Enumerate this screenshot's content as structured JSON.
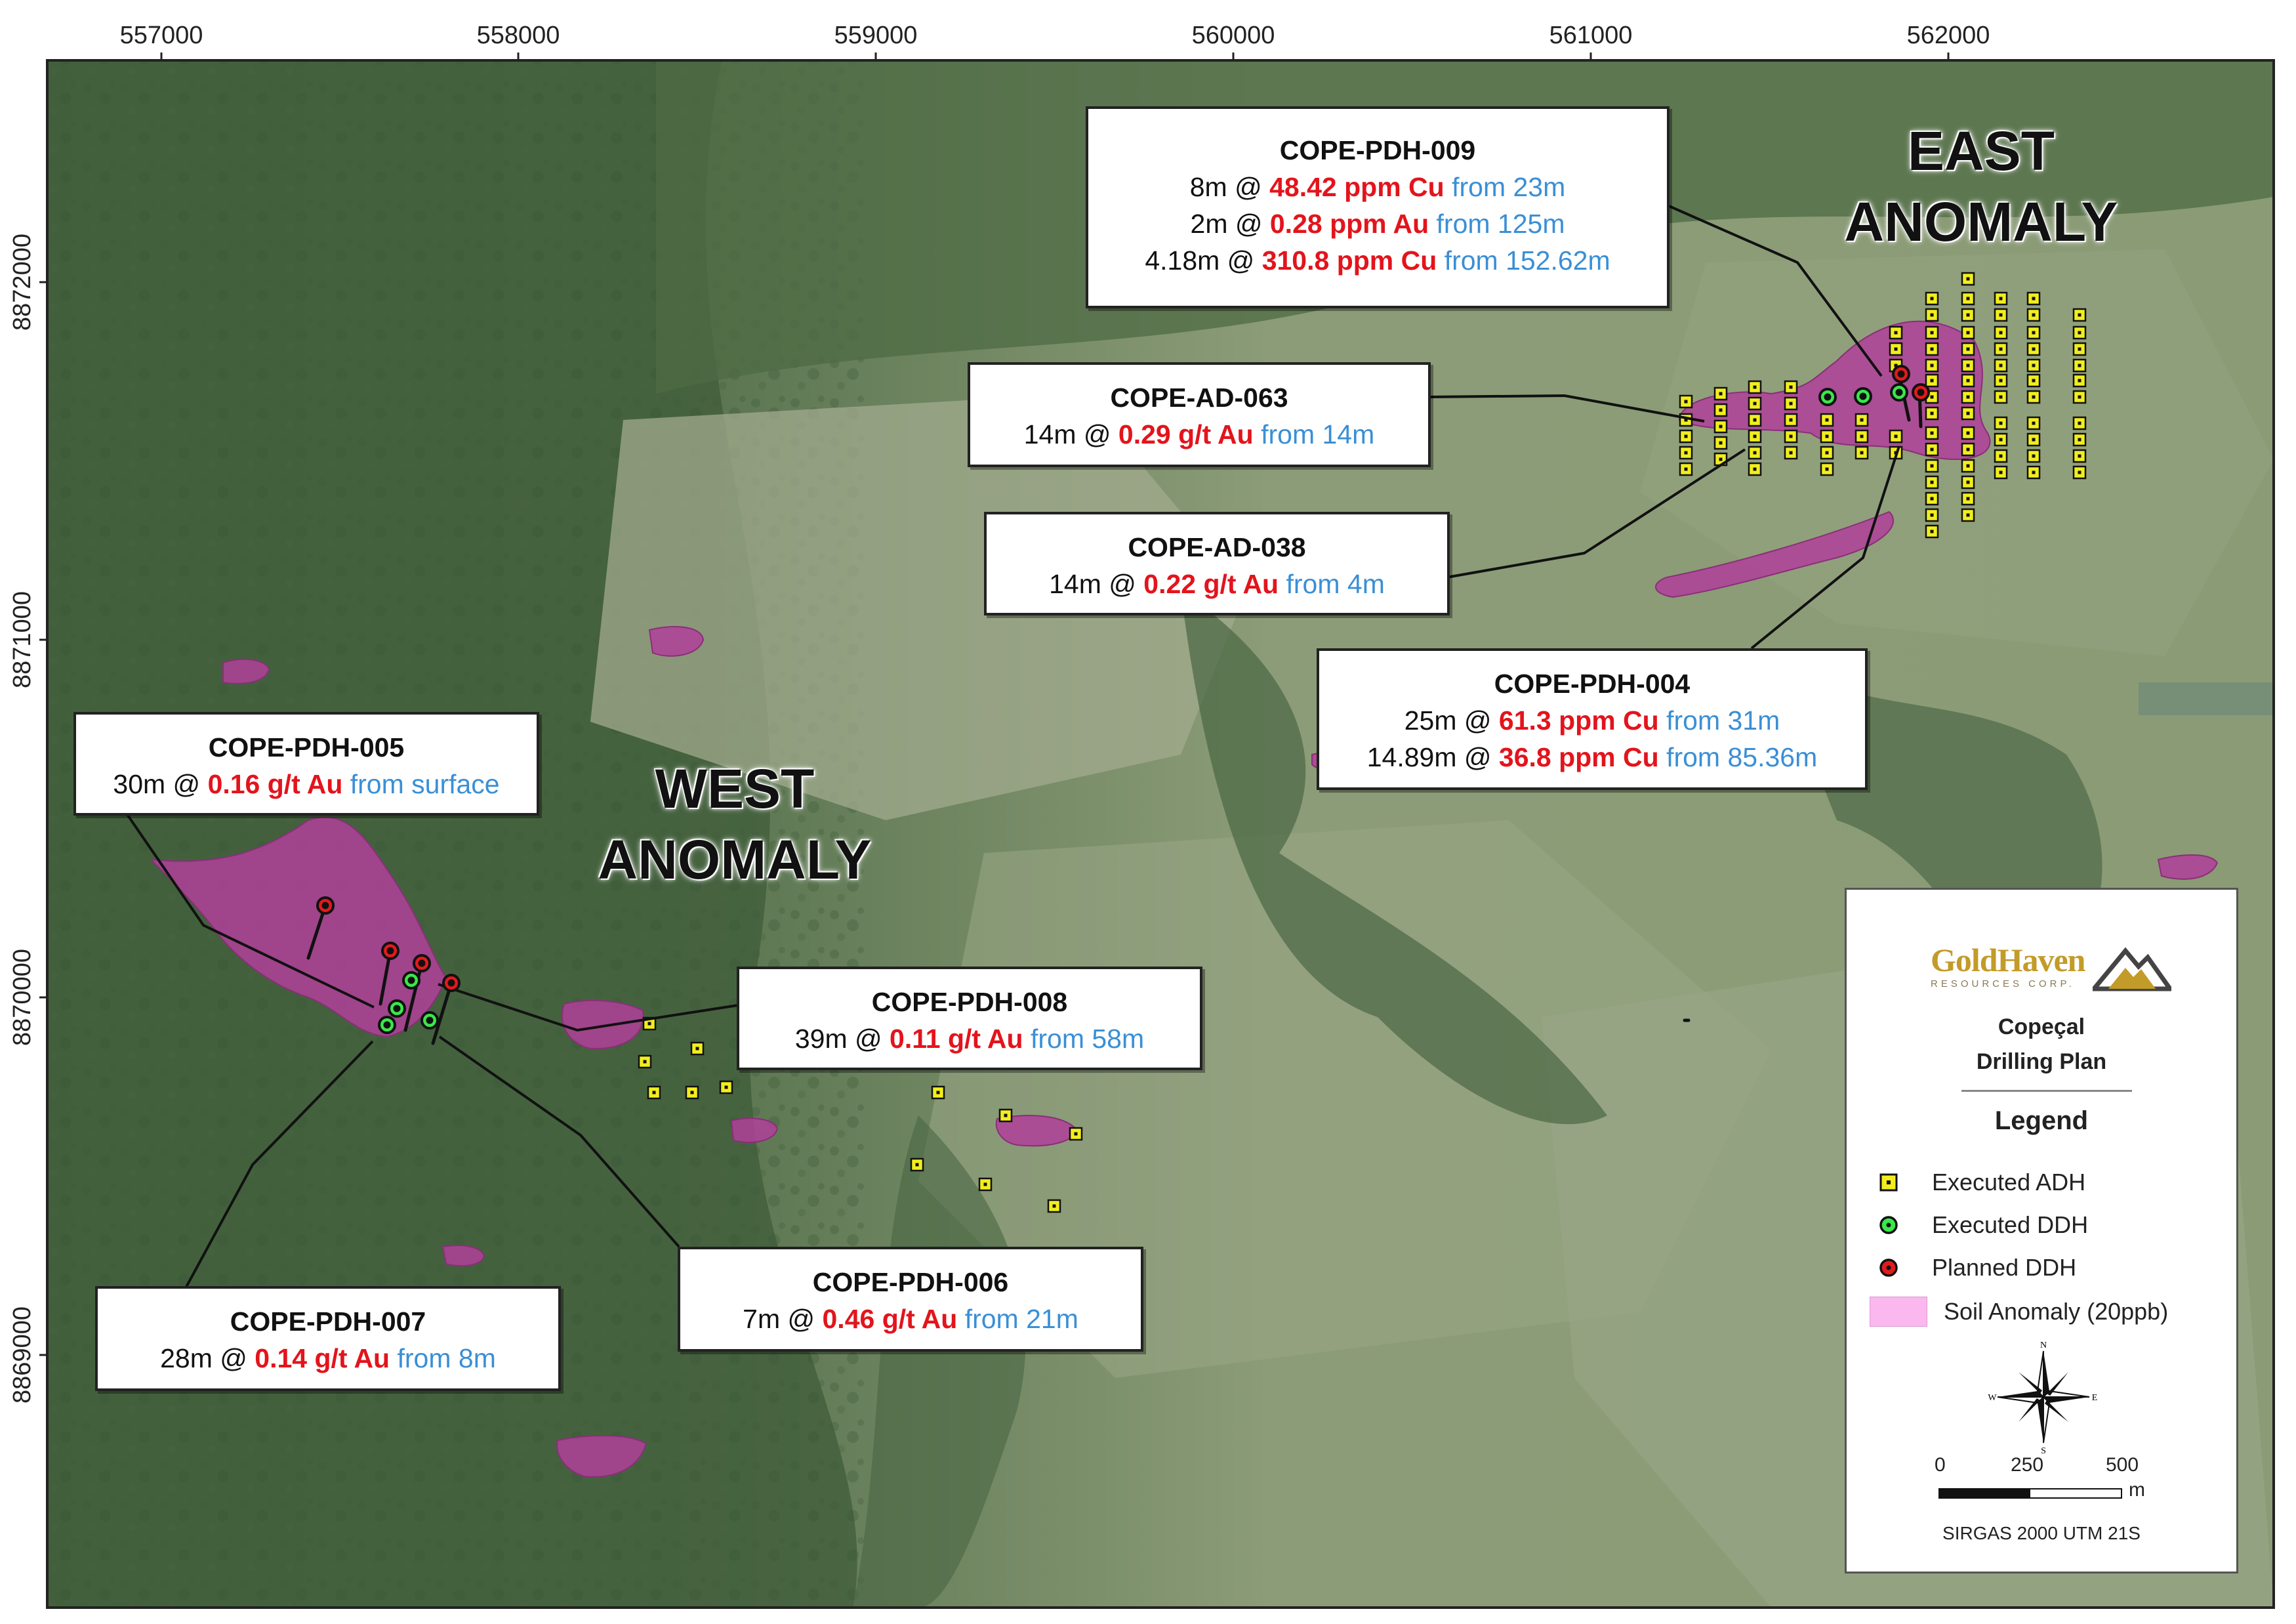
{
  "map": {
    "x_ticks": [
      "557000",
      "558000",
      "559000",
      "560000",
      "561000",
      "562000"
    ],
    "y_ticks": [
      "8872000",
      "8871000",
      "8870000",
      "8869000"
    ],
    "anomaly_labels": {
      "east": [
        "EAST",
        "ANOMALY"
      ],
      "west": [
        "WEST",
        "ANOMALY"
      ]
    }
  },
  "callouts": {
    "pdh009": {
      "title": "COPE-PDH-009",
      "lines": [
        {
          "pre": "8m @ ",
          "grade": "48.42 ppm Cu",
          "from": " from 23m"
        },
        {
          "pre": "2m @ ",
          "grade": "0.28 ppm Au",
          "from": " from 125m"
        },
        {
          "pre": "4.18m @ ",
          "grade": "310.8 ppm Cu",
          "from": " from 152.62m"
        }
      ]
    },
    "ad063": {
      "title": "COPE-AD-063",
      "lines": [
        {
          "pre": "14m @ ",
          "grade": "0.29 g/t Au",
          "from": " from 14m"
        }
      ]
    },
    "ad038": {
      "title": "COPE-AD-038",
      "lines": [
        {
          "pre": "14m @ ",
          "grade": "0.22 g/t Au",
          "from": " from 4m"
        }
      ]
    },
    "pdh004": {
      "title": "COPE-PDH-004",
      "lines": [
        {
          "pre": "25m @ ",
          "grade": "61.3 ppm Cu",
          "from": " from 31m"
        },
        {
          "pre": "14.89m @ ",
          "grade": "36.8 ppm Cu",
          "from": " from 85.36m"
        }
      ]
    },
    "pdh005": {
      "title": "COPE-PDH-005",
      "lines": [
        {
          "pre": "30m @ ",
          "grade": "0.16 g/t Au",
          "from": " from surface"
        }
      ]
    },
    "pdh008": {
      "title": "COPE-PDH-008",
      "lines": [
        {
          "pre": "39m @ ",
          "grade": "0.11 g/t Au",
          "from": " from 58m"
        }
      ]
    },
    "pdh006": {
      "title": "COPE-PDH-006",
      "lines": [
        {
          "pre": "7m @ ",
          "grade": "0.46 g/t Au",
          "from": " from 21m"
        }
      ]
    },
    "pdh007": {
      "title": "COPE-PDH-007",
      "lines": [
        {
          "pre": "28m @ ",
          "grade": "0.14 g/t Au",
          "from": " from 8m"
        }
      ]
    }
  },
  "legend": {
    "logo_name": "GoldHaven",
    "logo_sub": "RESOURCES CORP.",
    "project_line1": "Copeçal",
    "project_line2": "Drilling Plan",
    "title": "Legend",
    "items": {
      "adh": "Executed ADH",
      "ddh": "Executed DDH",
      "planned": "Planned DDH",
      "soil": "Soil Anomaly (20ppb)"
    },
    "north_arrow": {
      "n": "N",
      "s": "S",
      "e": "E",
      "w": "W"
    },
    "scale": {
      "zero": "0",
      "mid": "250",
      "max": "500",
      "unit": "m"
    },
    "crs": "SIRGAS 2000 UTM 21S"
  },
  "colors": {
    "grade_text": "#e3141c",
    "from_text": "#3a8fd6",
    "adh_fill": "#f2ee1c",
    "executed_ddh": "#39e84a",
    "planned_ddh": "#e31a1c",
    "soil_anomaly": "#b0409a",
    "legend_soil_swatch": "#fbb8ef",
    "logo_gold": "#c39b28"
  }
}
